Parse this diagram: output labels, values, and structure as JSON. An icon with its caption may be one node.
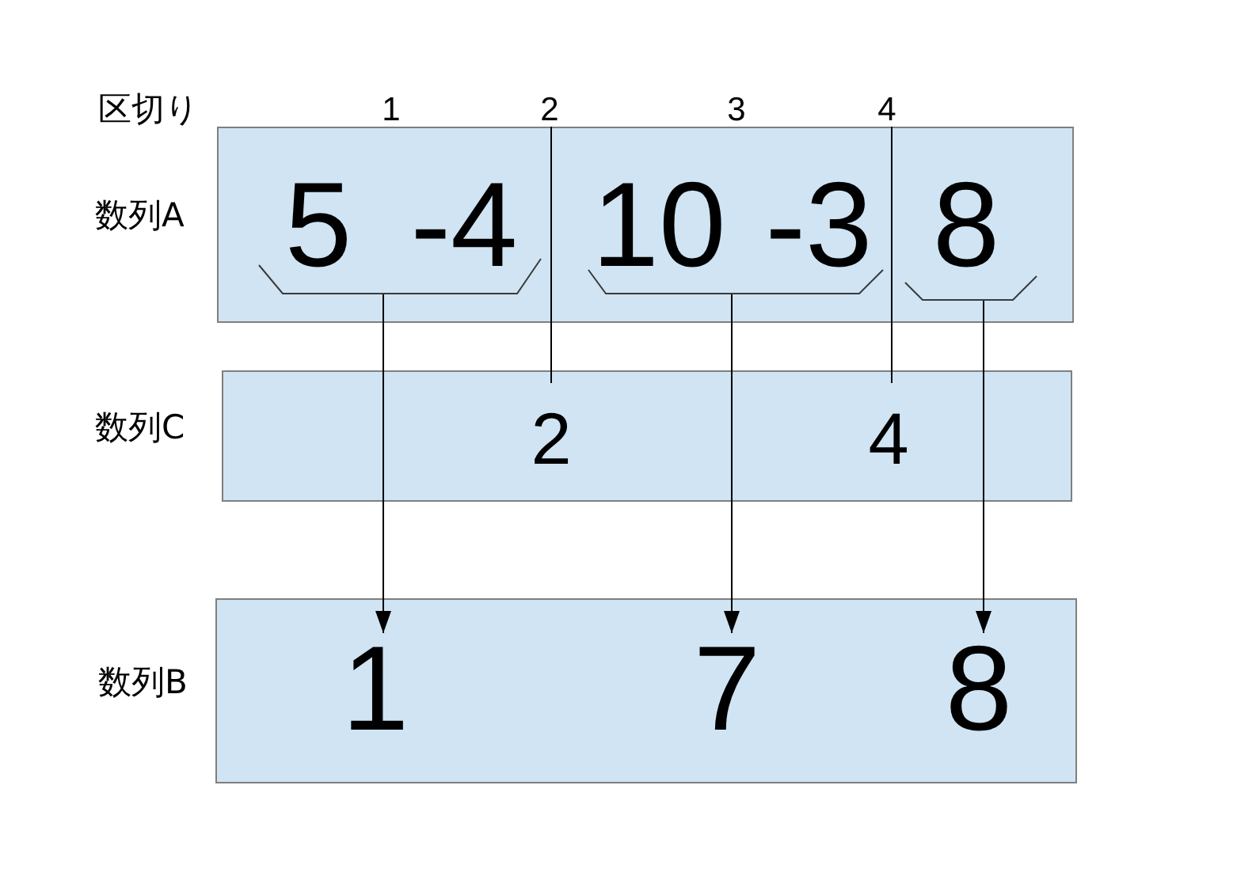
{
  "diagram": {
    "nodes": [
      {
        "text": [
          "2"
        ]
      },
      {
        "text": [
          "4"
        ]
      },
      {
        "text": [],
        "shape": "box",
        "beside": [
          "数列A"
        ]
      },
      {
        "text": [
          "5",
          "-4"
        ],
        "in": 2
      },
      {
        "text": [
          "10",
          "-3"
        ],
        "in": 2
      },
      {
        "text": [
          "8"
        ],
        "in": 2
      },
      {
        "text": [],
        "shape": "box",
        "beside": [
          "数列C"
        ]
      },
      {
        "text": [
          "2"
        ],
        "in": 6
      },
      {
        "text": [
          "4"
        ],
        "in": 6
      },
      {
        "text": [],
        "shape": "box",
        "beside": [
          "数列B"
        ]
      },
      {
        "text": [
          "1"
        ],
        "in": 9
      },
      {
        "text": [
          "7"
        ],
        "in": 9
      },
      {
        "text": [
          "8"
        ],
        "in": 9
      }
    ],
    "edges": [
      {
        "from": 0,
        "to": 7,
        "arrow": "none"
      },
      {
        "from": 1,
        "to": 8,
        "arrow": "none"
      },
      {
        "from": 3,
        "to": 10,
        "arrow": "to"
      },
      {
        "from": 4,
        "to": 11,
        "arrow": "to"
      },
      {
        "from": 5,
        "to": 12,
        "arrow": "to"
      }
    ],
    "labels": [
      "区切り",
      "1",
      "3"
    ]
  }
}
